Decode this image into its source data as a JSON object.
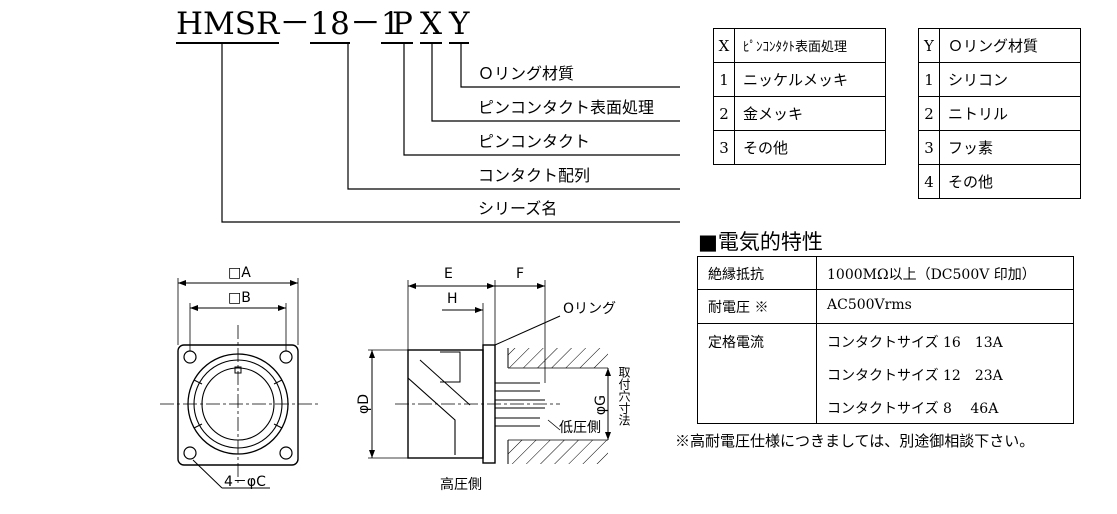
{
  "part_code": {
    "prefix": "HMSR",
    "dash1": "－",
    "size": "18",
    "dash2": "－",
    "arr": "1",
    "p": "P",
    "x": "X",
    "y": "Y"
  },
  "code_labels": [
    "Ｏリング材質",
    "ピンコンタクト表面処理",
    "ピンコンタクト",
    "コンタクト配列",
    "シリーズ名"
  ],
  "table_x": {
    "head_key": "X",
    "head_val": "ﾋﾟﾝｺﾝﾀｸﾄ表面処理",
    "rows": [
      {
        "k": "1",
        "v": "ニッケルメッキ"
      },
      {
        "k": "2",
        "v": "金メッキ"
      },
      {
        "k": "3",
        "v": "その他"
      }
    ]
  },
  "table_y": {
    "head_key": "Y",
    "head_val": "Ｏリング材質",
    "rows": [
      {
        "k": "1",
        "v": "シリコン"
      },
      {
        "k": "2",
        "v": "ニトリル"
      },
      {
        "k": "3",
        "v": "フッ素"
      },
      {
        "k": "4",
        "v": "その他"
      }
    ]
  },
  "spec": {
    "title": "■電気的特性",
    "insulation_label": "絶縁抵抗",
    "insulation_value": "1000MΩ以上（DC500V 印加）",
    "voltage_label": "耐電圧 ※",
    "voltage_value": "AC500Vrms",
    "current_label": "定格電流",
    "current_values": [
      "コンタクトサイズ 16　13A",
      "コンタクトサイズ 12　23A",
      "コンタクトサイズ 8　 46A"
    ]
  },
  "note": "※高耐電圧仕様につきましては、別途御相談下さい。",
  "dims": {
    "a": "□A",
    "b": "□B",
    "c": "4－φC",
    "d": "φD",
    "e": "E",
    "f": "F",
    "h": "H",
    "g": "φG",
    "oring": "Oリング",
    "low_side": "低圧側",
    "high_side": "高圧側",
    "mount_hole": "取付穴寸法"
  }
}
